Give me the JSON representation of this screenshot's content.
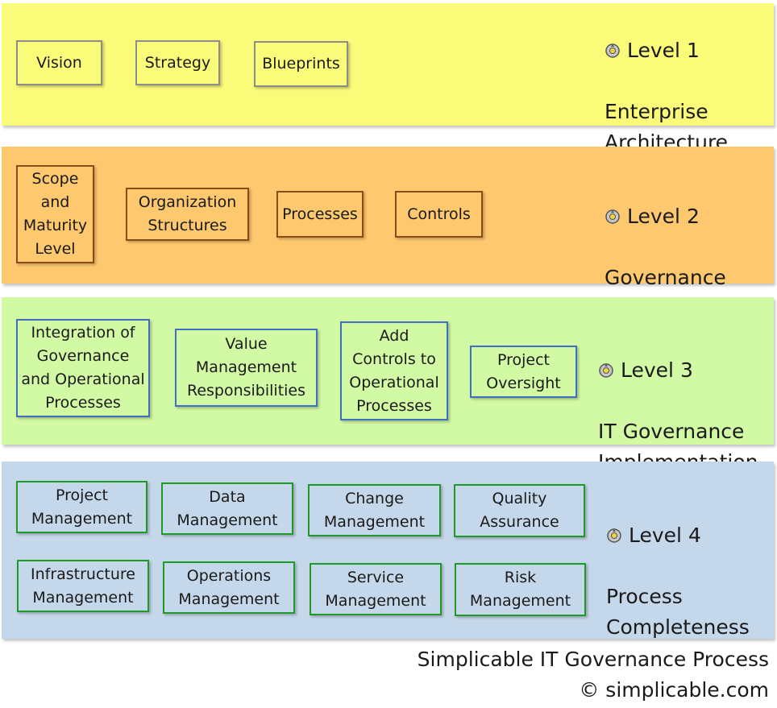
{
  "levels": [
    {
      "label": "Level 1",
      "title": "Enterprise\nArchitecture",
      "color": "#fbfb7a",
      "items": [
        "Vision",
        "Strategy",
        "Blueprints"
      ]
    },
    {
      "label": "Level 2",
      "title": "Governance\nPlanning",
      "color": "#fdc86e",
      "items": [
        "Scope\nand\nMaturity\nLevel",
        "Organization\nStructures",
        "Processes",
        "Controls"
      ]
    },
    {
      "label": "Level 3",
      "title": "IT Governance\nImplementation",
      "color": "#d2f9a3",
      "items": [
        "Integration of\nGovernance\nand Operational\nProcesses",
        "Value\nManagement\nResponsibilities",
        "Add\nControls to\nOperational\nProcesses",
        "Project\nOversight"
      ]
    },
    {
      "label": "Level 4",
      "title": "Process\nCompleteness",
      "color": "#c5d7ea",
      "items": [
        "Project\nManagement",
        "Data\nManagement",
        "Change\nManagement",
        "Quality\nAssurance",
        "Infrastructure\nManagement",
        "Operations\nManagement",
        "Service\nManagement",
        "Risk\nManagement"
      ]
    }
  ],
  "caption": {
    "title": "Simplicable IT Governance Process",
    "copyright": "© simplicable.com"
  },
  "icons": {
    "level_marker": "gear-refresh-icon"
  }
}
